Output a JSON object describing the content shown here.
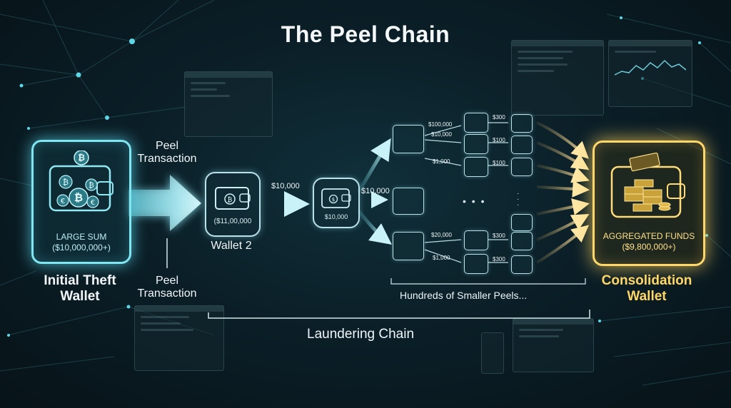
{
  "title": "The Peel Chain",
  "initial_wallet": {
    "box_line1": "LARGE SUM",
    "box_line2": "($10,000,000+)",
    "label_line1": "Initial Theft",
    "label_line2": "Wallet"
  },
  "peel_top": {
    "line1": "Peel",
    "line2": "Transaction"
  },
  "peel_bottom": {
    "line1": "Peel",
    "line2": "Transaction"
  },
  "wallet2": {
    "amount": "($11,00,000",
    "label": "Wallet 2"
  },
  "arrow_amount_1": "$10,000",
  "wallet3_amount": "$10,000",
  "branch_amount": "$10,000",
  "peel_amounts": {
    "a1": "$100,000",
    "a2": "$10,000",
    "a3": "$1,000",
    "b1": "$20,000",
    "b2": "$1,000",
    "c1": "$300",
    "c2": "$100",
    "c3": "$100",
    "c4": "$300",
    "c5": "$300"
  },
  "ellipsis": "• • •",
  "hundreds_label": "Hundreds of Smaller Peels...",
  "laundering_label": "Laundering Chain",
  "consolidation": {
    "box_line1": "AGGREGATED FUNDS",
    "box_line2": "($9,800,000+)",
    "label_line1": "Consolidation",
    "label_line2": "Wallet"
  },
  "colors": {
    "accent_cyan": "#7fe6f2",
    "accent_gold": "#ffd76a",
    "background": "#0b1f28"
  },
  "icons": [
    "wallet-icon",
    "bitcoin-icon",
    "euro-icon",
    "dollar-icon",
    "money-stack-icon"
  ]
}
